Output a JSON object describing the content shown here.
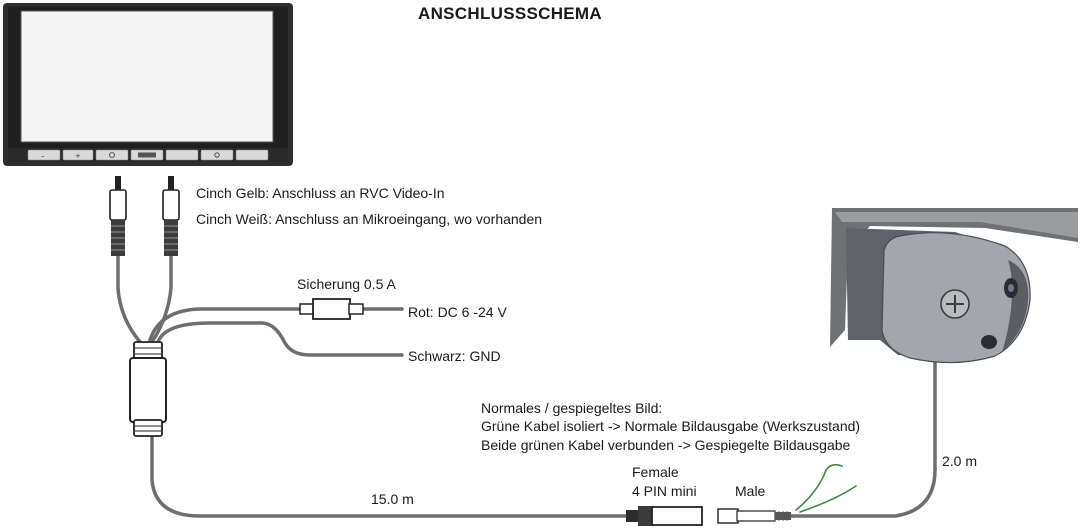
{
  "title": "ANSCHLUSSSCHEMA",
  "monitor": {
    "buttons": [
      "–",
      "+",
      "",
      "",
      "",
      "",
      ""
    ]
  },
  "labels": {
    "cinch_yellow": "Cinch Gelb: Anschluss an RVC Video-In",
    "cinch_white": "Cinch Weiß: Anschluss an Mikroeingang, wo vorhanden",
    "fuse": "Sicherung 0.5 A",
    "red": "Rot: DC 6 -24 V",
    "black": "Schwarz: GND",
    "mirror_title": "Normales / gespiegeltes Bild:",
    "mirror_line1": "Grüne Kabel isoliert -> Normale Bildausgabe (Werkszustand)",
    "mirror_line2": "Beide grünen Kabel verbunden -> Gespiegelte Bildausgabe",
    "female_line1": "Female",
    "female_line2": "4 PIN mini",
    "male": "Male",
    "length_main": "15.0 m",
    "length_camera": "2.0 m"
  },
  "colors": {
    "cable": "#6e6e6e",
    "monitor_frame": "#3a3a3a",
    "screen": "#f4f4f4",
    "camera_body": "#8f9296",
    "bracket": "#7c7e82",
    "green_wire": "#3d8a3d"
  }
}
